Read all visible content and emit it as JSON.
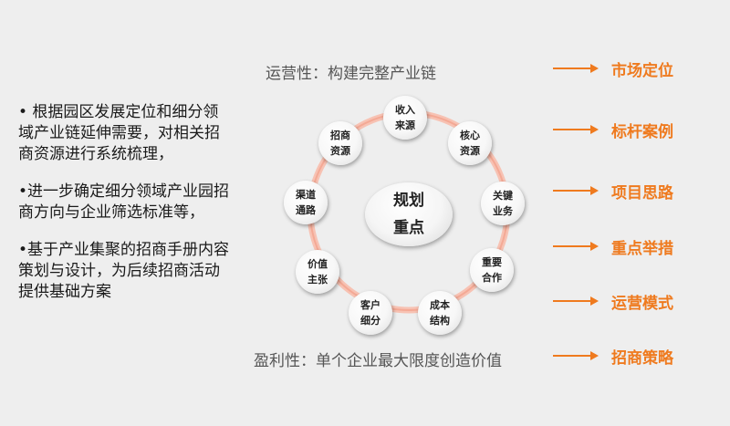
{
  "left_bullets": [
    "• 根据园区发展定位和细分领域产业链延伸需要，对相关招商资源进行系统梳理，",
    "•进一步确定细分领域产业园招商方向与企业筛选标准等，",
    "•基于产业集聚的招商手册内容策划与设计，为后续招商活动提供基础方案"
  ],
  "top_caption": "运营性：构建完整产业链",
  "bottom_caption": "盈利性：单个企业最大限度创造价值",
  "center": {
    "line1": "规划",
    "line2": "重点"
  },
  "nodes": [
    {
      "line1": "收入",
      "line2": "来源"
    },
    {
      "line1": "核心",
      "line2": "资源"
    },
    {
      "line1": "关键",
      "line2": "业务"
    },
    {
      "line1": "重要",
      "line2": "合作"
    },
    {
      "line1": "成本",
      "line2": "结构"
    },
    {
      "line1": "客户",
      "line2": "细分"
    },
    {
      "line1": "价值",
      "line2": "主张"
    },
    {
      "line1": "渠道",
      "line2": "通路"
    },
    {
      "line1": "招商",
      "line2": "资源"
    }
  ],
  "right_items": [
    "市场定位",
    "标杆案例",
    "项目思路",
    "重点举措",
    "运营模式",
    "招商策略"
  ],
  "colors": {
    "accent": "#ef7a1e",
    "ring": "#f5b8a8",
    "background": "#eeeeee"
  }
}
